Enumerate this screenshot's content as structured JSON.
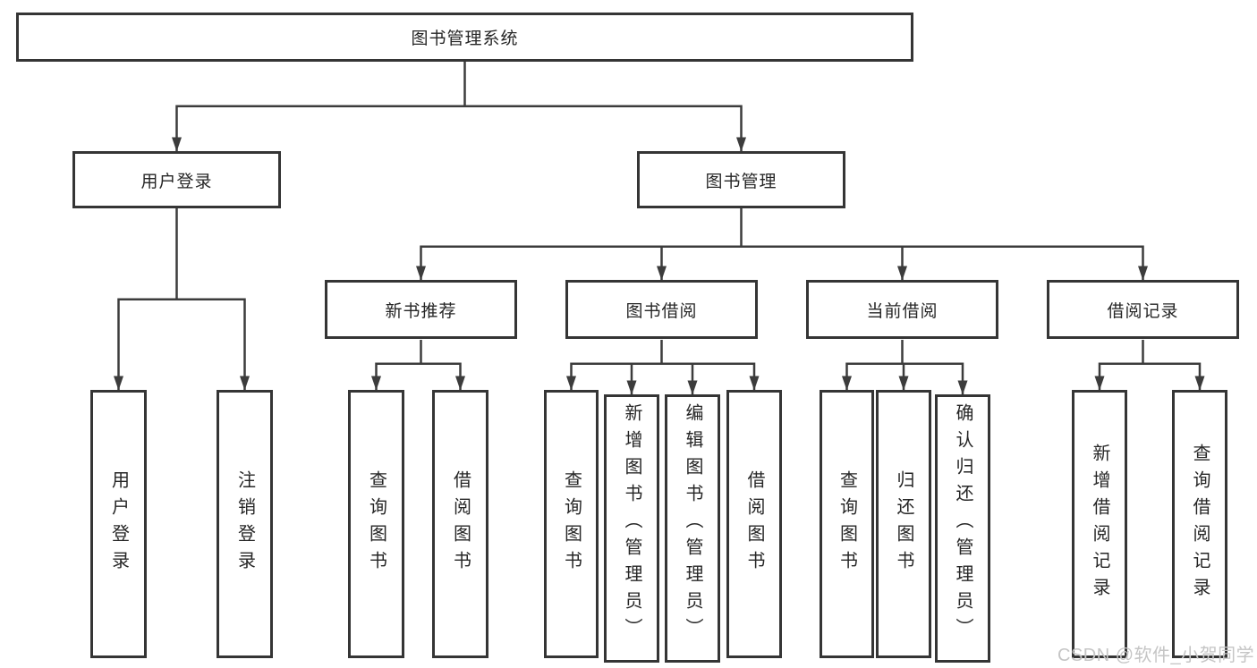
{
  "diagram": {
    "type": "tree",
    "title": "图书管理系统",
    "nodes": {
      "root": "图书管理系统",
      "user_login": "用户登录",
      "book_management": "图书管理",
      "new_book_recommendation": "新书推荐",
      "book_borrowing": "图书借阅",
      "current_borrowing": "当前借阅",
      "borrowing_records": "借阅记录",
      "leaf_user_login": "用户登录",
      "leaf_logout": "注销登录",
      "leaf_search_books_recommend": "查询图书",
      "leaf_borrow_books_recommend": "借阅图书",
      "leaf_search_books_borrowing": "查询图书",
      "leaf_add_books_admin": "新增图书（管理员）",
      "leaf_edit_books_admin": "编辑图书（管理员）",
      "leaf_borrow_books_borrowing": "借阅图书",
      "leaf_search_books_current": "查询图书",
      "leaf_return_books": "归还图书",
      "leaf_confirm_return_admin": "确认归还（管理员）",
      "leaf_add_borrow_record": "新增借阅记录",
      "leaf_search_borrow_record": "查询借阅记录"
    },
    "hierarchy": [
      {
        "parent": "图书管理系统",
        "children": [
          "用户登录",
          "图书管理"
        ]
      },
      {
        "parent": "用户登录",
        "children": [
          "用户登录",
          "注销登录"
        ]
      },
      {
        "parent": "图书管理",
        "children": [
          "新书推荐",
          "图书借阅",
          "当前借阅",
          "借阅记录"
        ]
      },
      {
        "parent": "新书推荐",
        "children": [
          "查询图书",
          "借阅图书"
        ]
      },
      {
        "parent": "图书借阅",
        "children": [
          "查询图书",
          "新增图书（管理员）",
          "编辑图书（管理员）",
          "借阅图书"
        ]
      },
      {
        "parent": "当前借阅",
        "children": [
          "查询图书",
          "归还图书",
          "确认归还（管理员）"
        ]
      },
      {
        "parent": "借阅记录",
        "children": [
          "新增借阅记录",
          "查询借阅记录"
        ]
      }
    ],
    "watermark": "CSDN @软件_小贺同学",
    "colors": {
      "line": "#3c3c3c",
      "border": "#353535",
      "text": "#262626",
      "watermark": "#c5c5c5",
      "background": "#ffffff"
    }
  }
}
